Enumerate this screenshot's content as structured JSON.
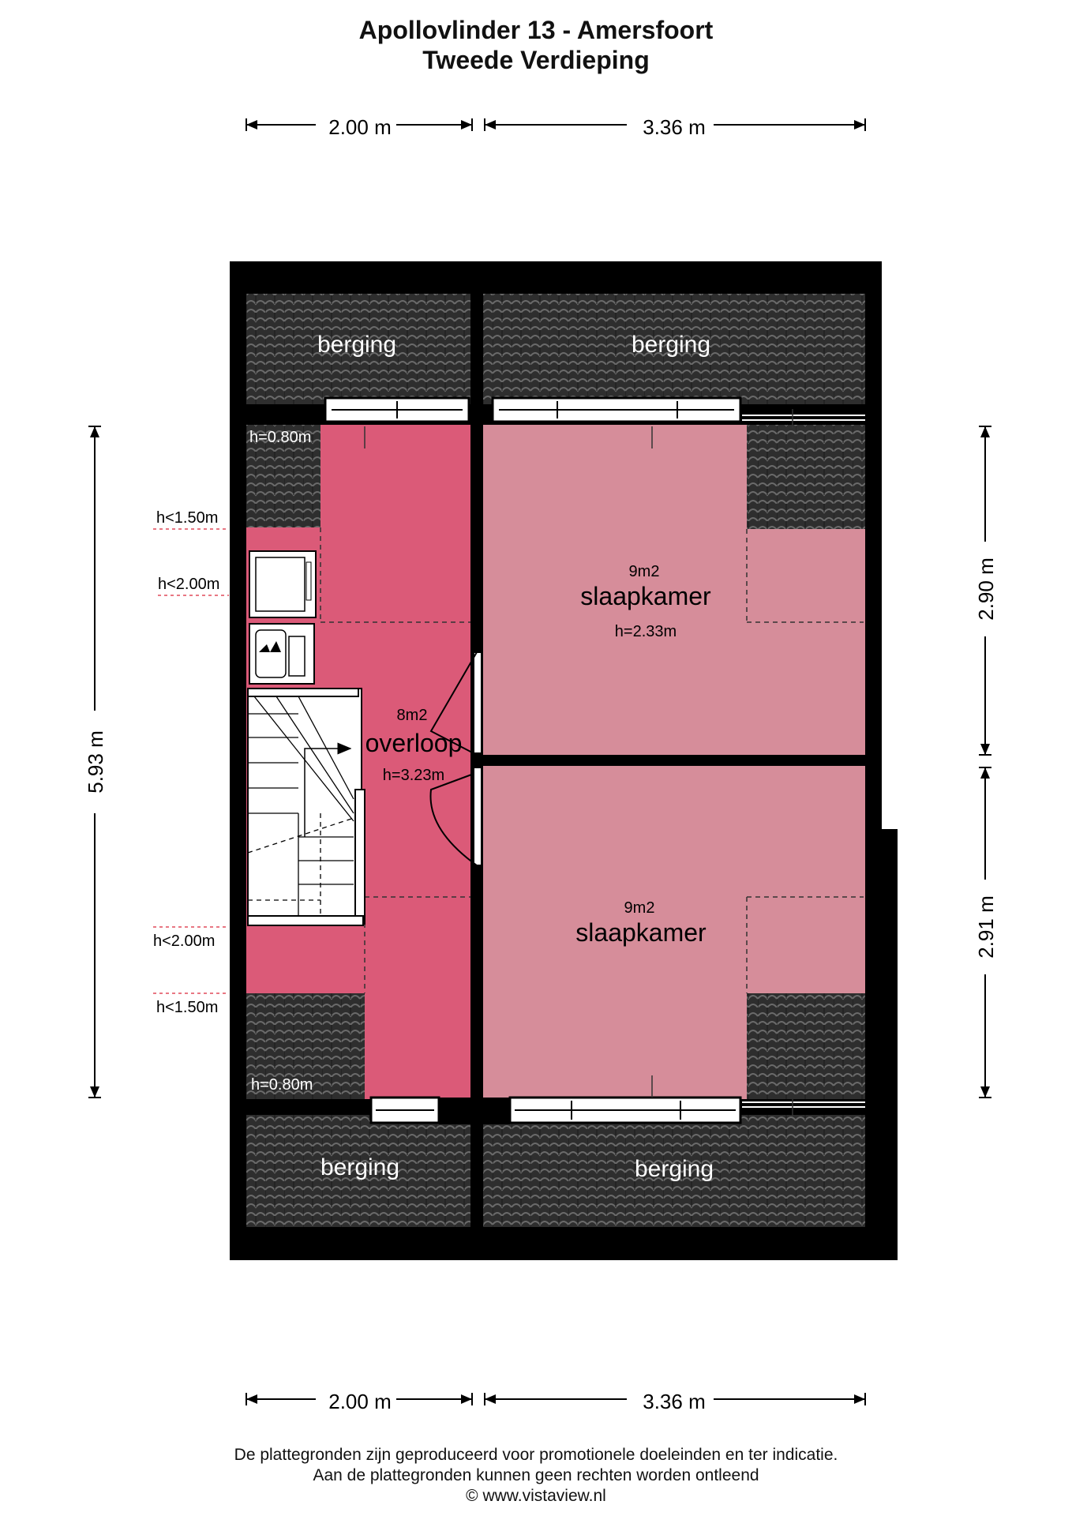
{
  "header": {
    "title": "Apollovlinder 13 - Amersfoort",
    "subtitle": "Tweede Verdieping"
  },
  "dimensions": {
    "top_left": "2.00 m",
    "top_right": "3.36 m",
    "bottom_left": "2.00 m",
    "bottom_right": "3.36 m",
    "left_total": "5.93 m",
    "right_upper": "2.90 m",
    "right_lower": "2.91 m"
  },
  "rooms": {
    "berging_tl": "berging",
    "berging_tr": "berging",
    "berging_bl": "berging",
    "berging_br": "berging",
    "slaapkamer1": {
      "area": "9m2",
      "name": "slaapkamer",
      "height": "h=2.33m"
    },
    "slaapkamer2": {
      "area": "9m2",
      "name": "slaapkamer"
    },
    "overloop": {
      "area": "8m2",
      "name": "overloop",
      "height": "h=3.23m"
    }
  },
  "height_markers": {
    "h080_top": "h=0.80m",
    "h150_top": "h<1.50m",
    "h200_top": "h<2.00m",
    "h200_bottom": "h<2.00m",
    "h150_bottom": "h<1.50m",
    "h080_bottom": "h=0.80m"
  },
  "footer": {
    "line1": "De plattegronden zijn geproduceerd voor promotionele doeleinden en ter indicatie.",
    "line2": "Aan de plattegronden kunnen geen rechten worden ontleend",
    "line3": "© www.vistaview.nl"
  },
  "colors": {
    "wall": "#000000",
    "roof_tiles": "#3a3a3a",
    "overloop": "#db5a78",
    "slaapkamer": "#d68d9a"
  }
}
